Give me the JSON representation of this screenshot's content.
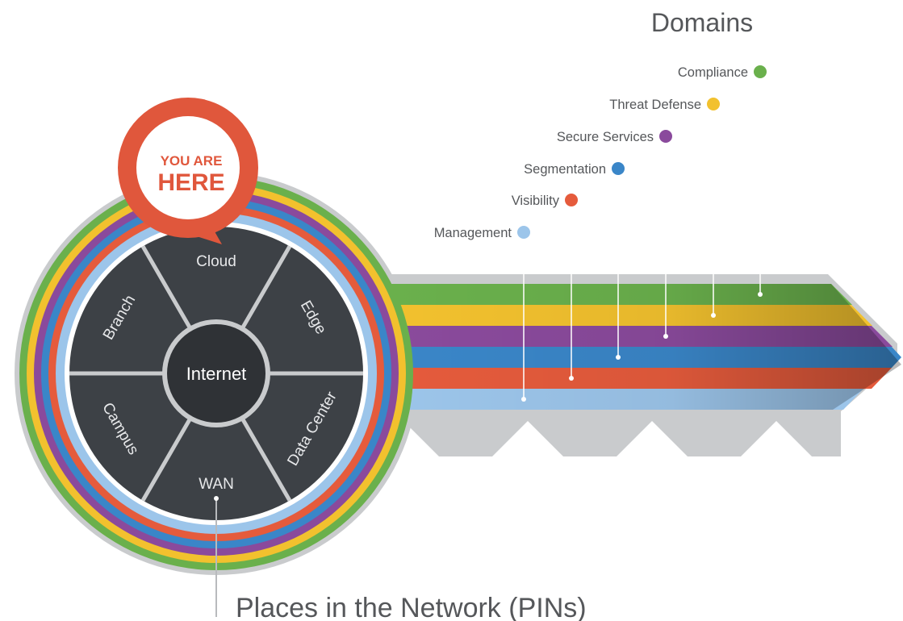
{
  "title": "Domains",
  "footer": "Places in the Network (PINs)",
  "marker": {
    "line1": "YOU ARE",
    "line2": "HERE",
    "color": "#e0573c"
  },
  "center": "Internet",
  "pins": [
    "Cloud",
    "Edge",
    "Data Center",
    "WAN",
    "Campus",
    "Branch"
  ],
  "domains": [
    {
      "label": "Compliance",
      "color": "#6ab04c"
    },
    {
      "label": "Threat Defense",
      "color": "#f2c12e"
    },
    {
      "label": "Secure Services",
      "color": "#8a4a9c"
    },
    {
      "label": "Segmentation",
      "color": "#3a86c8"
    },
    {
      "label": "Visibility",
      "color": "#e55b3c"
    },
    {
      "label": "Management",
      "color": "#9cc5ea"
    }
  ],
  "colors": {
    "gray": "#c9cbcd",
    "disk": "#3d4146",
    "hub": "#2f3236",
    "text": "#55575a"
  }
}
